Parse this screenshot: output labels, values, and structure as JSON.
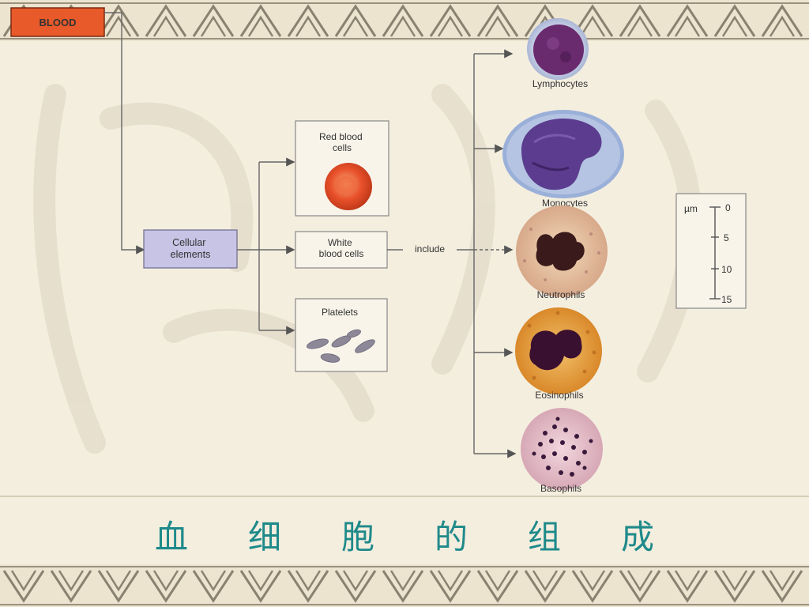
{
  "diagram": {
    "root": "BLOOD",
    "cellular_elements": "Cellular elements",
    "red_blood_cells": "Red blood cells",
    "white_blood_cells": "White blood cells",
    "platelets": "Platelets",
    "include": "include",
    "white_cell_types": [
      "Lymphocytes",
      "Monocytes",
      "Neutrophils",
      "Eosinophils",
      "Basophils"
    ],
    "scale": {
      "unit": "µm",
      "ticks": [
        "0",
        "5",
        "10",
        "15"
      ]
    }
  },
  "caption": [
    "血",
    "细",
    "胞",
    "的",
    "组",
    "成"
  ],
  "colors": {
    "root_box": "#e85a2a",
    "cellular_box": "#c7c4e6",
    "caption": "#1f8a8a",
    "rbc": "#e8502a",
    "lymphocyte": "#6a2a6e",
    "monocyte": "#5b3c8e",
    "neutrophil": "#3a1a1a",
    "eosinophil": "#d99a2a",
    "basophil": "#5a2a5a"
  }
}
